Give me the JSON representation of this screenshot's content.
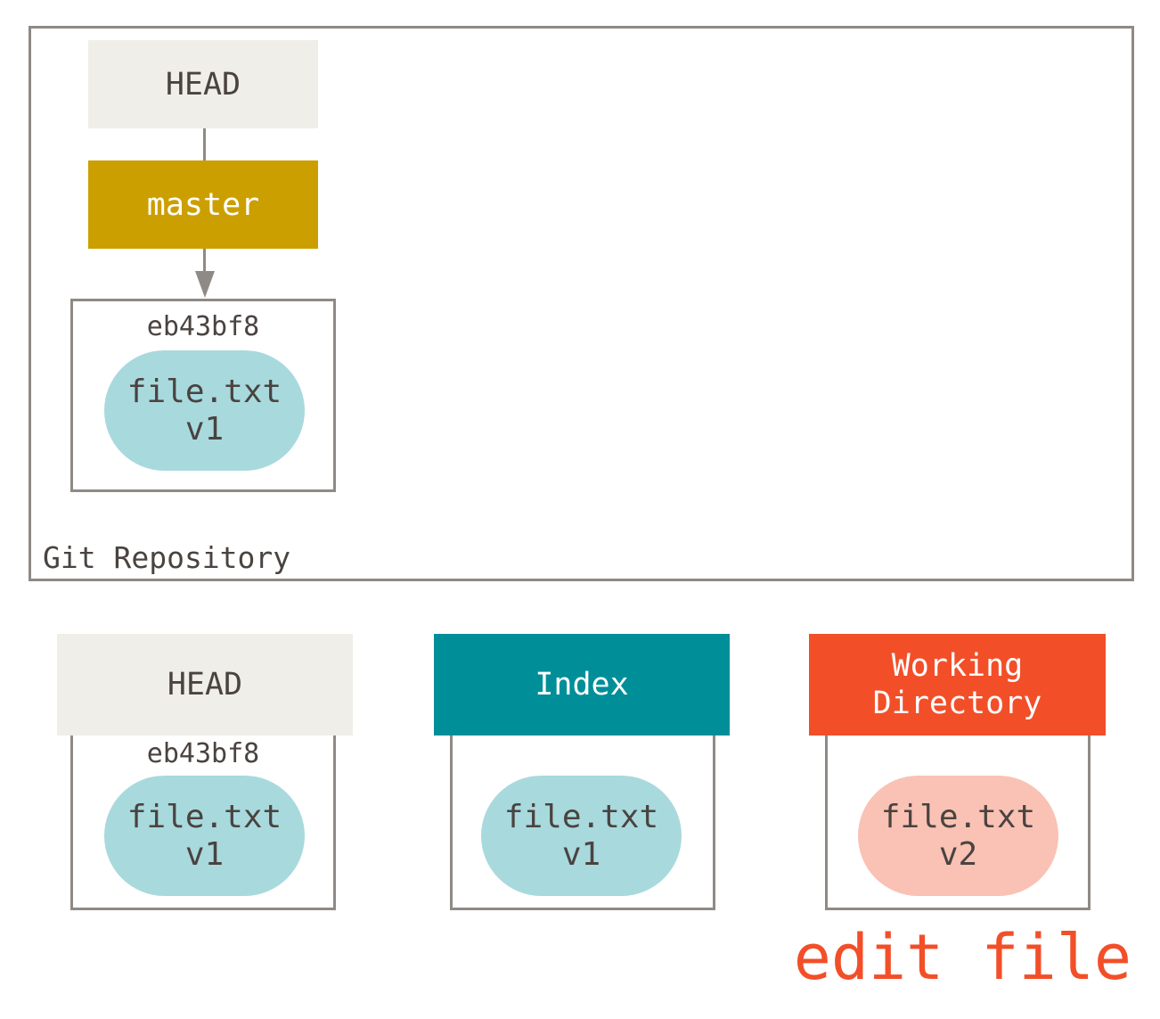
{
  "repository": {
    "label": "Git Repository",
    "head_ref": "HEAD",
    "branch": "master",
    "commit": {
      "sha": "eb43bf8",
      "file": {
        "name": "file.txt",
        "version": "v1"
      }
    }
  },
  "areas": {
    "head": {
      "title": "HEAD",
      "sha": "eb43bf8",
      "file": {
        "name": "file.txt",
        "version": "v1"
      }
    },
    "index": {
      "title": "Index",
      "file": {
        "name": "file.txt",
        "version": "v1"
      }
    },
    "working_directory": {
      "title_line1": "Working",
      "title_line2": "Directory",
      "file": {
        "name": "file.txt",
        "version": "v2"
      }
    }
  },
  "action": "edit file",
  "colors": {
    "border": "#8f8a85",
    "head_bg": "#efeee8",
    "branch_bg": "#cc9f00",
    "index_bg": "#008e99",
    "working_dir_bg": "#f24f29",
    "blob_committed": "#a8d9dd",
    "blob_modified": "#f9c2b4",
    "action_text": "#f24f29"
  }
}
